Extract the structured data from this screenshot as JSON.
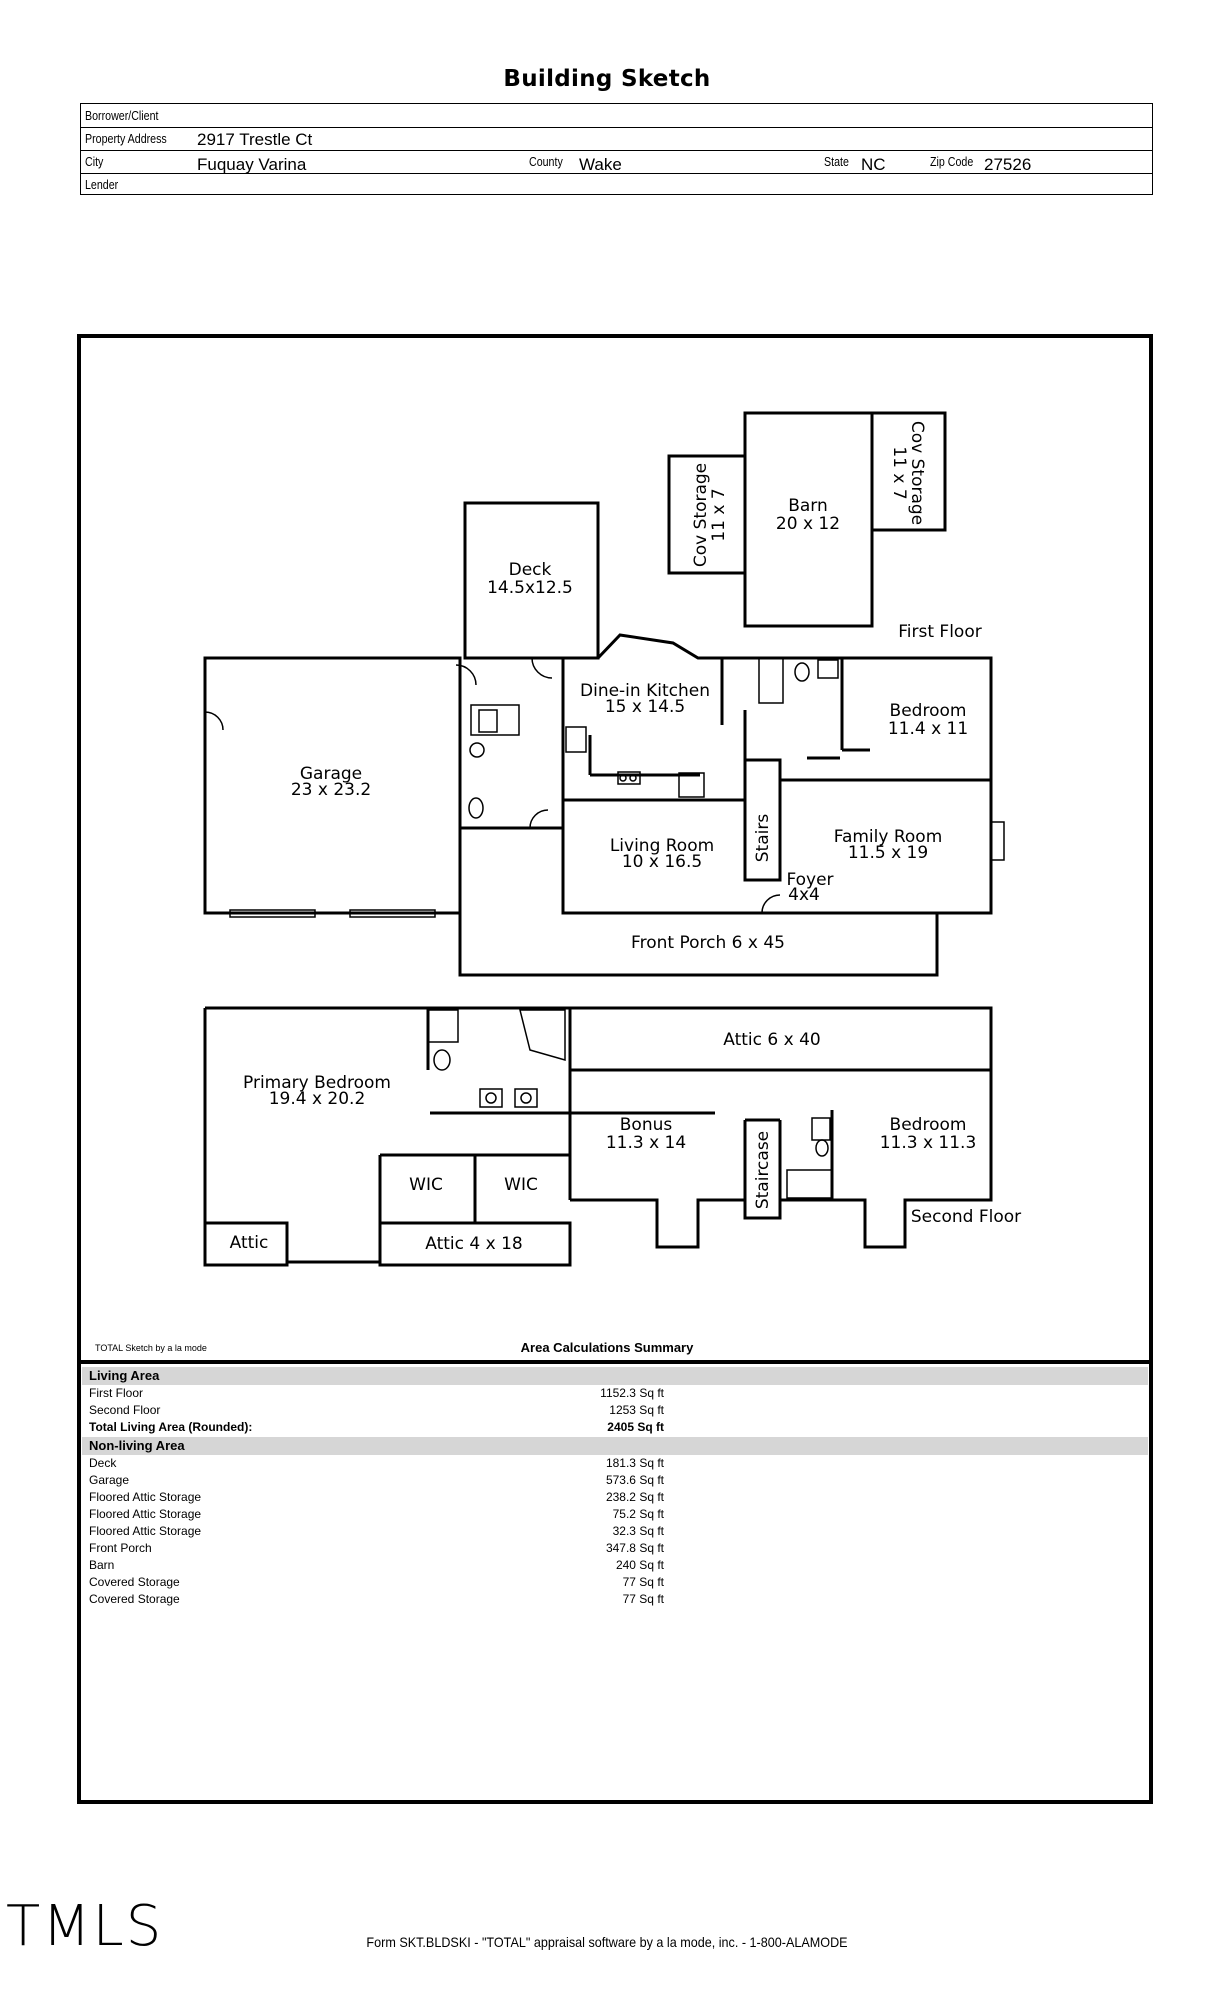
{
  "title": "Building Sketch",
  "info": {
    "borrower_label": "Borrower/Client",
    "borrower_value": "",
    "address_label": "Property Address",
    "address_value": "2917 Trestle Ct",
    "city_label": "City",
    "city_value": "Fuquay Varina",
    "county_label": "County",
    "county_value": "Wake",
    "state_label": "State",
    "state_value": "NC",
    "zip_label": "Zip Code",
    "zip_value": "27526",
    "lender_label": "Lender",
    "lender_value": ""
  },
  "plan": {
    "first_floor_label": "First Floor",
    "second_floor_label": "Second Floor",
    "rooms": {
      "cov_storage_left_name": "Cov Storage",
      "cov_storage_left_dims": "11 x 7",
      "barn_name": "Barn",
      "barn_dims": "20 x 12",
      "cov_storage_right_name": "Cov Storage",
      "cov_storage_right_dims": "11 x 7",
      "deck_name": "Deck",
      "deck_dims": "14.5x12.5",
      "kitchen_name": "Dine-in Kitchen",
      "kitchen_dims": "15 x 14.5",
      "bedroom1_name": "Bedroom",
      "bedroom1_dims": "11.4 x 11",
      "garage_name": "Garage",
      "garage_dims": "23 x 23.2",
      "living_name": "Living Room",
      "living_dims": "10 x 16.5",
      "stairs_name": "Stairs",
      "family_name": "Family Room",
      "family_dims": "11.5 x 19",
      "foyer_name": "Foyer",
      "foyer_dims": "4x4",
      "porch_name": "Front Porch 6 x 45",
      "attic640_name": "Attic 6 x 40",
      "primary_name": "Primary Bedroom",
      "primary_dims": "19.4 x 20.2",
      "bonus_name": "Bonus",
      "bonus_dims": "11.3 x 14",
      "staircase_name": "Staircase",
      "bedroom2_name": "Bedroom",
      "bedroom2_dims": "11.3 x 11.3",
      "wic1_name": "WIC",
      "wic2_name": "WIC",
      "attic_name": "Attic",
      "attic418_name": "Attic 4 x 18"
    }
  },
  "credit": "TOTAL Sketch by a la mode",
  "summary": {
    "title": "Area Calculations Summary",
    "living_header": "Living Area",
    "living_rows": [
      {
        "label": "First Floor",
        "value": "1152.3 Sq ft"
      },
      {
        "label": "Second Floor",
        "value": "1253 Sq ft"
      }
    ],
    "total_label": "Total Living Area (Rounded):",
    "total_value": "2405 Sq ft",
    "nonliving_header": "Non-living Area",
    "nonliving_rows": [
      {
        "label": "Deck",
        "value": "181.3 Sq ft"
      },
      {
        "label": "Garage",
        "value": "573.6 Sq ft"
      },
      {
        "label": "Floored Attic Storage",
        "value": "238.2 Sq ft"
      },
      {
        "label": "Floored Attic Storage",
        "value": "75.2 Sq ft"
      },
      {
        "label": "Floored Attic Storage",
        "value": "32.3 Sq ft"
      },
      {
        "label": "Front Porch",
        "value": "347.8 Sq ft"
      },
      {
        "label": "Barn",
        "value": "240 Sq ft"
      },
      {
        "label": "Covered Storage",
        "value": "77 Sq ft"
      },
      {
        "label": "Covered Storage",
        "value": "77 Sq ft"
      }
    ]
  },
  "logo_text": "TMLS",
  "footer": "Form SKT.BLDSKI - \"TOTAL\" appraisal software by a la mode, inc. - 1-800-ALAMODE"
}
